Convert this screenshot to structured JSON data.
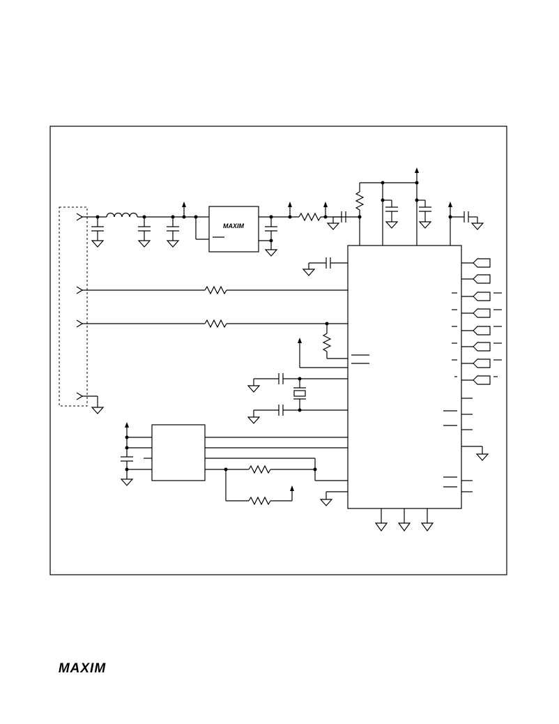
{
  "ic_label": "MAXIM",
  "footer_logo": "MAXIM",
  "colors": {
    "ink": "#000000",
    "paper": "#ffffff"
  },
  "icons": [
    "ground-icon",
    "supply-arrow-icon",
    "resistor-icon",
    "capacitor-icon",
    "inductor-icon",
    "crystal-icon",
    "connector-icon",
    "maxim-logo"
  ]
}
